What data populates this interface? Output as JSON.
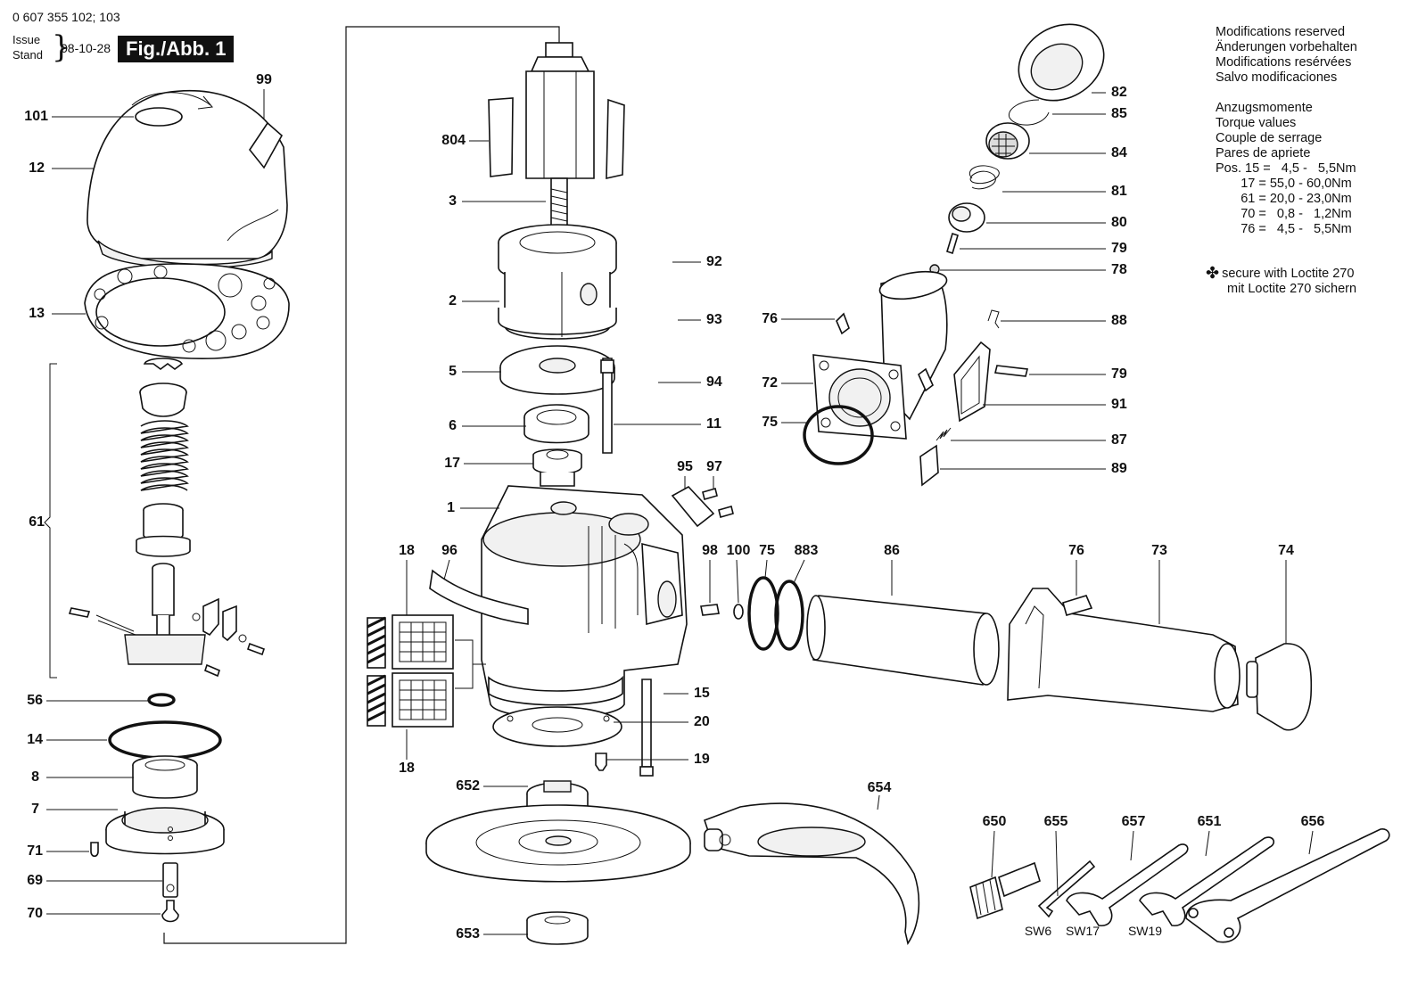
{
  "header": {
    "code": "0 607 355 102; 103",
    "issue_label": "Issue",
    "stand_label": "Stand",
    "brace": "}",
    "date": "08-10-28",
    "figure": "Fig./Abb. 1"
  },
  "notes": {
    "modifications": [
      "Modifications reserved",
      "Änderungen vorbehalten",
      "Modifications resérvées",
      "Salvo modificaciones"
    ],
    "torque_title": [
      "Anzugsmomente",
      "Torque values",
      "Couple de serrage",
      "Pares de apriete"
    ],
    "torque_rows": [
      "Pos. 15 =   4,5 -   5,5Nm",
      "       17 = 55,0 - 60,0Nm",
      "       61 = 20,0 - 23,0Nm",
      "       70 =   0,8 -   1,2Nm",
      "       76 =   4,5 -   5,5Nm"
    ],
    "loctite_line1": "secure with Loctite 270",
    "loctite_line2": "mit Loctite 270 sichern",
    "loctite_symbol": "✤"
  },
  "callouts": [
    {
      "text": "99",
      "side": "t"
    },
    {
      "text": "101",
      "side": "l"
    },
    {
      "text": "12",
      "side": "l"
    },
    {
      "text": "13",
      "side": "l"
    },
    {
      "text": "61",
      "side": "l"
    },
    {
      "text": "56",
      "side": "l"
    },
    {
      "text": "14",
      "side": "l"
    },
    {
      "text": "8",
      "side": "l"
    },
    {
      "text": "7",
      "side": "l"
    },
    {
      "text": "71",
      "side": "l"
    },
    {
      "text": "69",
      "side": "l"
    },
    {
      "text": "70",
      "side": "l"
    },
    {
      "text": "804",
      "side": "l"
    },
    {
      "text": "3",
      "side": "l"
    },
    {
      "text": "2",
      "side": "l"
    },
    {
      "text": "5",
      "side": "l"
    },
    {
      "text": "6",
      "side": "l"
    },
    {
      "text": "17",
      "side": "l"
    },
    {
      "text": "1",
      "side": "l"
    },
    {
      "text": "92",
      "side": "r"
    },
    {
      "text": "93",
      "side": "r"
    },
    {
      "text": "94",
      "side": "r"
    },
    {
      "text": "11",
      "side": "r"
    },
    {
      "text": "95",
      "side": "t"
    },
    {
      "text": "97",
      "side": "t"
    },
    {
      "text": "18",
      "side": "t"
    },
    {
      "text": "96",
      "side": "t"
    },
    {
      "text": "18",
      "side": "b"
    },
    {
      "text": "15",
      "side": "r"
    },
    {
      "text": "20",
      "side": "r"
    },
    {
      "text": "19",
      "side": "r"
    },
    {
      "text": "98",
      "side": "t"
    },
    {
      "text": "100",
      "side": "t"
    },
    {
      "text": "75",
      "side": "t"
    },
    {
      "text": "883",
      "side": "t"
    },
    {
      "text": "86",
      "side": "t"
    },
    {
      "text": "76",
      "side": "t"
    },
    {
      "text": "73",
      "side": "t"
    },
    {
      "text": "74",
      "side": "t"
    },
    {
      "text": "652",
      "side": "l"
    },
    {
      "text": "653",
      "side": "l"
    },
    {
      "text": "654",
      "side": "t"
    },
    {
      "text": "650",
      "side": "t"
    },
    {
      "text": "655",
      "side": "t"
    },
    {
      "text": "657",
      "side": "t"
    },
    {
      "text": "651",
      "side": "t"
    },
    {
      "text": "656",
      "side": "t"
    },
    {
      "text": "82",
      "side": "r"
    },
    {
      "text": "85",
      "side": "r"
    },
    {
      "text": "84",
      "side": "r"
    },
    {
      "text": "81",
      "side": "r"
    },
    {
      "text": "80",
      "side": "r"
    },
    {
      "text": "79",
      "side": "r"
    },
    {
      "text": "78",
      "side": "r"
    },
    {
      "text": "88",
      "side": "r"
    },
    {
      "text": "79",
      "side": "r"
    },
    {
      "text": "91",
      "side": "r"
    },
    {
      "text": "87",
      "side": "r"
    },
    {
      "text": "89",
      "side": "r"
    },
    {
      "text": "76",
      "side": "l"
    },
    {
      "text": "72",
      "side": "l"
    },
    {
      "text": "75",
      "side": "l"
    }
  ],
  "tool_labels": [
    "SW6",
    "SW17",
    "SW19"
  ]
}
